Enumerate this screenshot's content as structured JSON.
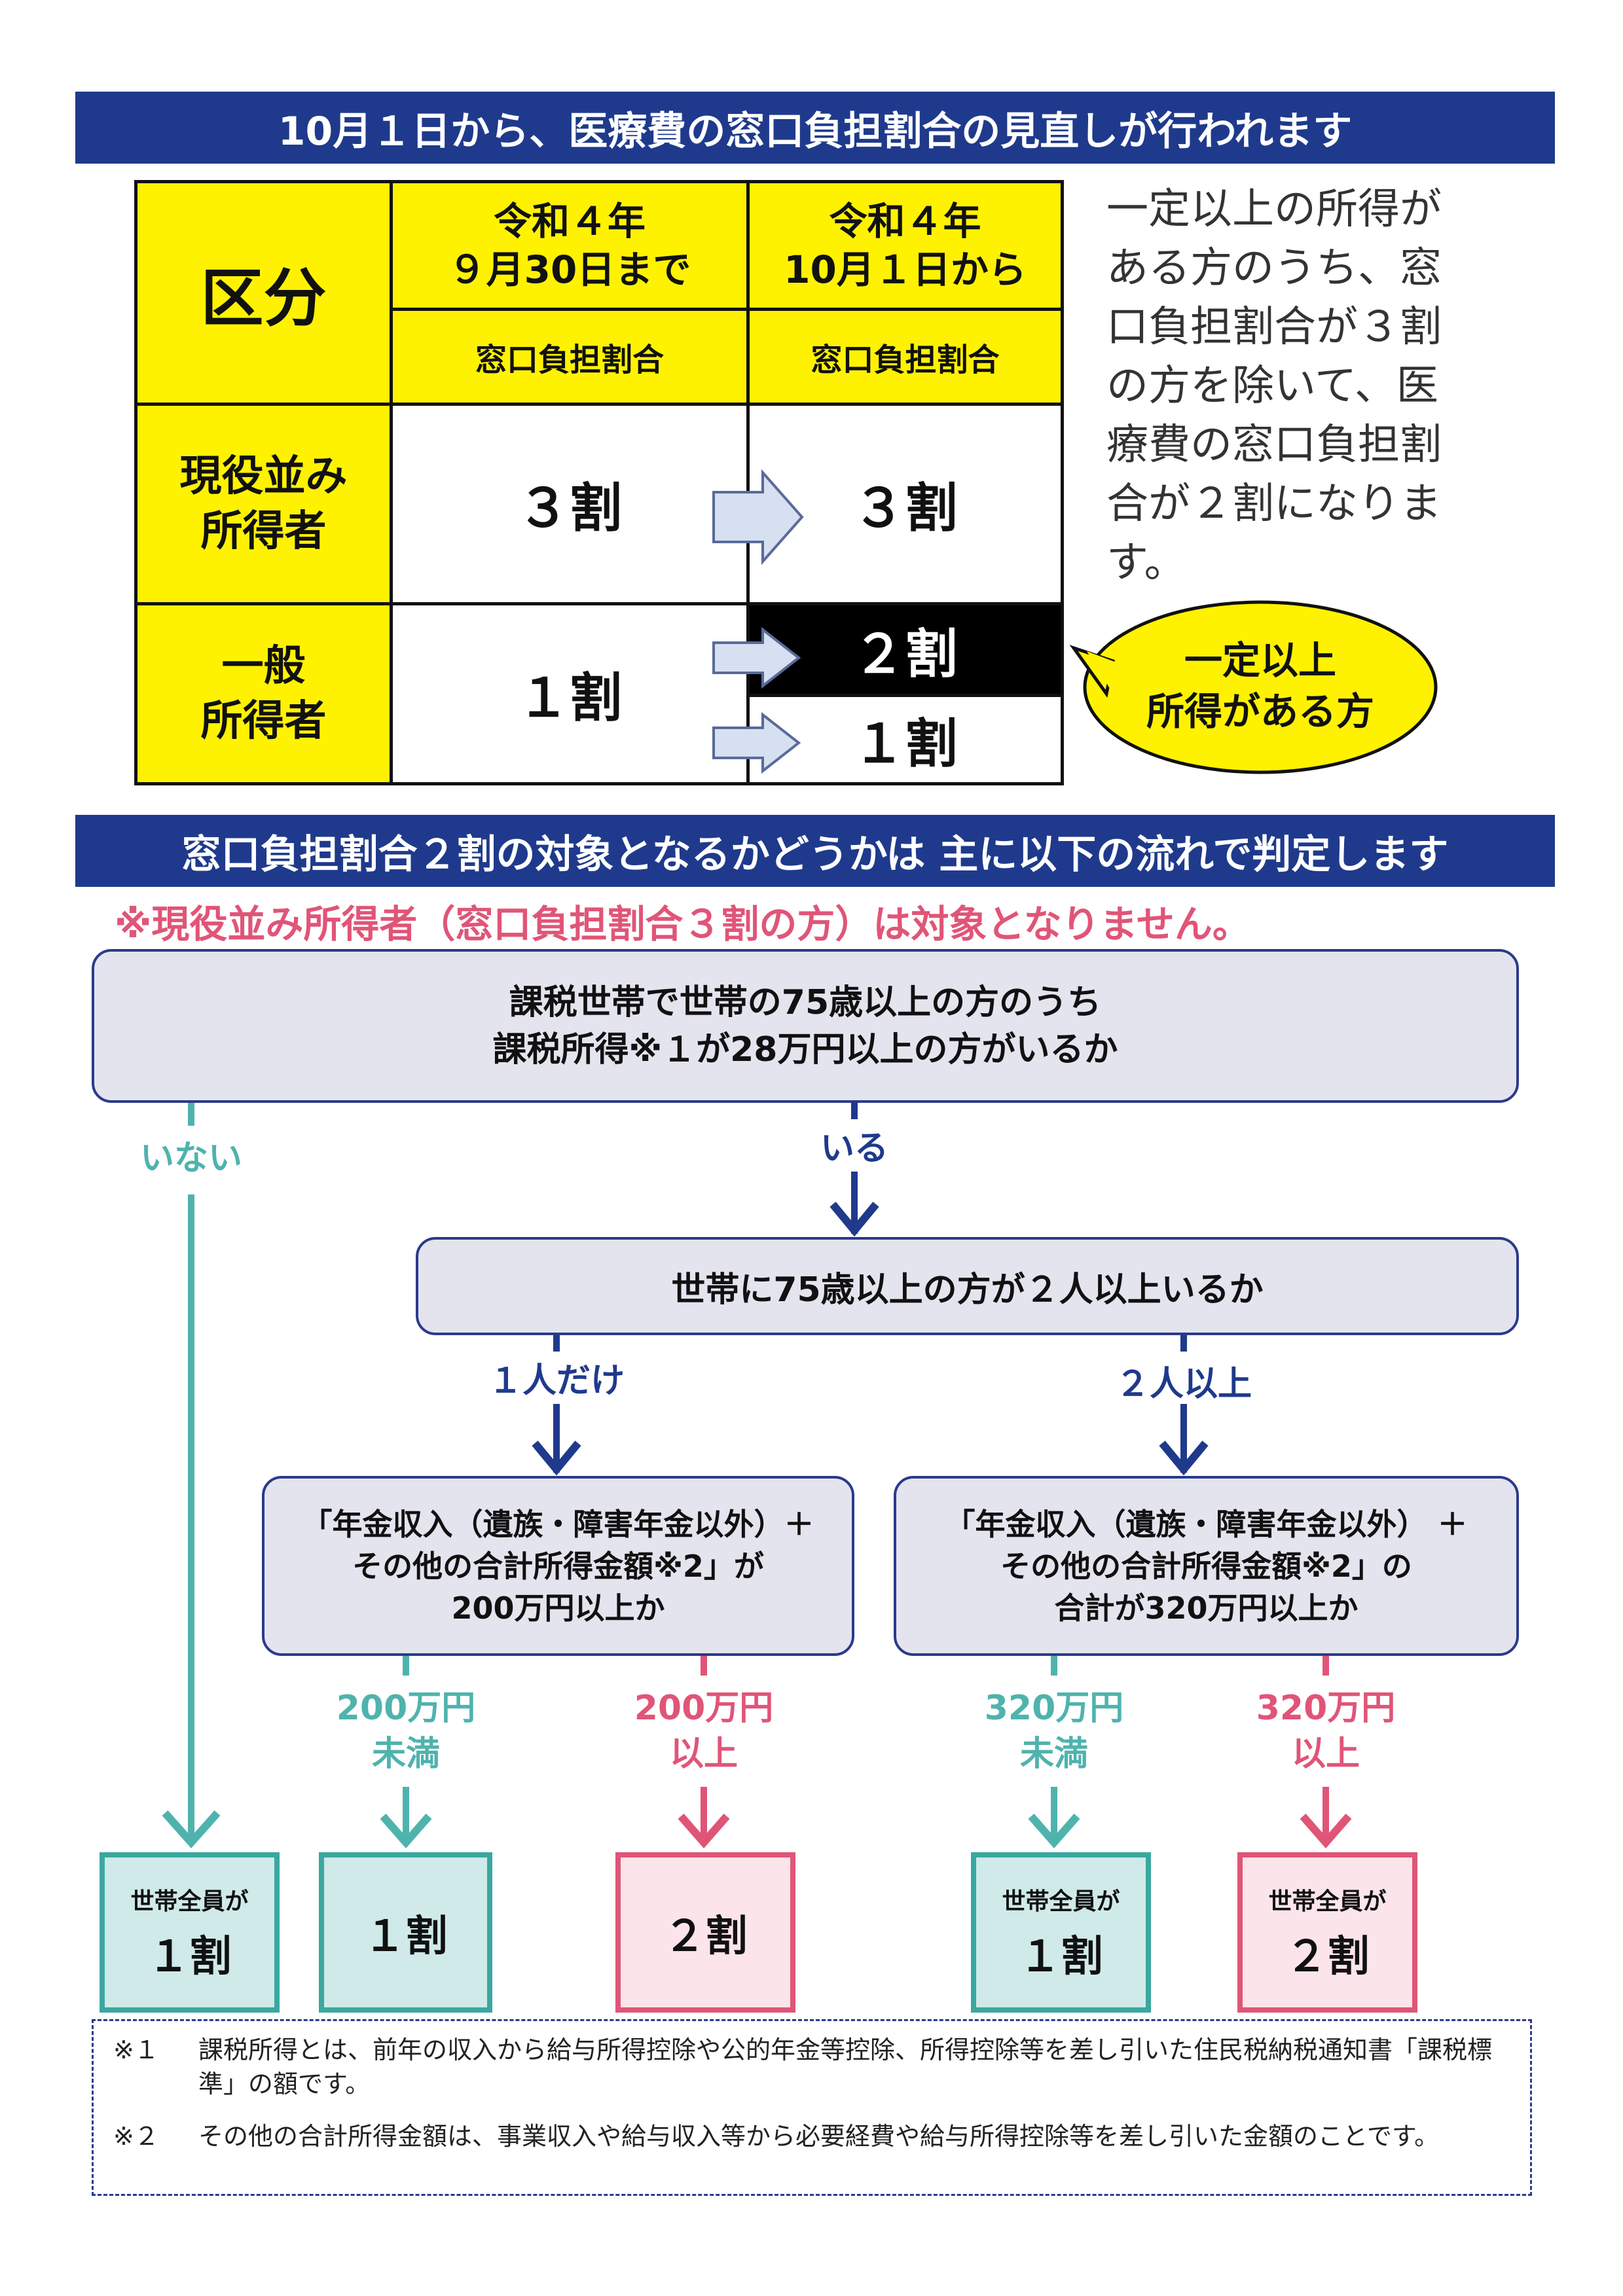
{
  "section1": {
    "title": "10月１日から、医療費の窓口負担割合の見直しが行われます",
    "table": {
      "header_category": "区分",
      "col1_date": "令和４年\n９月30日まで",
      "col2_date": "令和４年\n10月１日から",
      "col1_sub": "窓口負担割合",
      "col2_sub": "窓口負担割合",
      "row1_label": "現役並み\n所得者",
      "row1_before": "３割",
      "row1_after": "３割",
      "row2_label": "一般\n所得者",
      "row2_before": "１割",
      "row2_after_high": "２割",
      "row2_after_low": "１割"
    },
    "callout": "一定以上\n所得がある方",
    "side_note": "一定以上の所得が\nある方のうち、窓\n口負担割合が３割\nの方を除いて、医\n療費の窓口負担割\n合が２割になりま\nす。"
  },
  "section2": {
    "title": "窓口負担割合２割の対象となるかどうかは 主に以下の流れで判定します",
    "warning": "※現役並み所得者（窓口負担割合３割の方）は対象となりません。",
    "q1": "課税世帯で世帯の75歳以上の方のうち\n課税所得※１が28万円以上の方がいるか",
    "q1_no": "いない",
    "q1_yes": "いる",
    "q2": "世帯に75歳以上の方が２人以上いるか",
    "q2_one": "１人だけ",
    "q2_two": "２人以上",
    "q3a": "「年金収入（遺族・障害年金以外）＋\nその他の合計所得金額※2」が\n200万円以上か",
    "q3b": "「年金収入（遺族・障害年金以外） ＋\nその他の合計所得金額※2」の\n合計が320万円以上か",
    "q3a_under": "200万円\n未満",
    "q3a_over": "200万円\n以上",
    "q3b_under": "320万円\n未満",
    "q3b_over": "320万円\n以上",
    "results": {
      "r1_small": "世帯全員が",
      "r1_big": "１割",
      "r2_big": "１割",
      "r3_big": "２割",
      "r4_small": "世帯全員が",
      "r4_big": "１割",
      "r5_small": "世帯全員が",
      "r5_big": "２割"
    }
  },
  "footnotes": {
    "n1_mark": "※１",
    "n1_text": "課税所得とは、前年の収入から給与所得控除や公的年金等控除、所得控除等を差し引いた住民税納税通知書「課税標準」の額です。",
    "n2_mark": "※２",
    "n2_text": "その他の合計所得金額は、事業収入や給与収入等から必要経費や給与所得控除等を差し引いた金額のことです。"
  },
  "colors": {
    "navy": "#1f3a8c",
    "yellow": "#fff200",
    "teal": "#4fb3ad",
    "pink": "#e05577"
  }
}
